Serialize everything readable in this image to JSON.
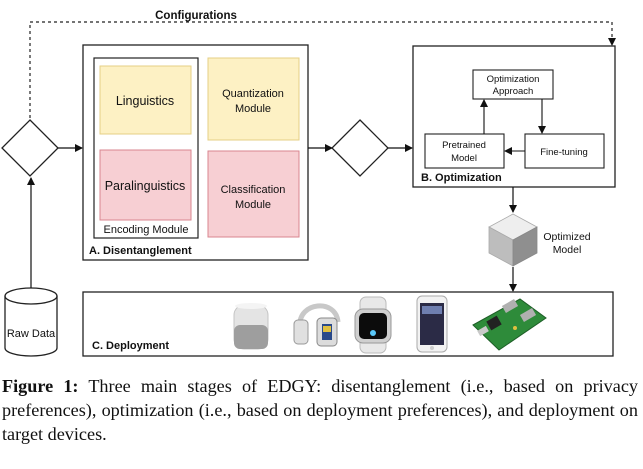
{
  "configurations_label": "Configurations",
  "raw_data_label": "Raw Data",
  "disentanglement": {
    "title": "A. Disentanglement",
    "linguistics": "Linguistics",
    "paralinguistics": "Paralinguistics",
    "encoding_module": "Encoding Module",
    "quantization_line1": "Quantization",
    "quantization_line2": "Module",
    "classification_line1": "Classification",
    "classification_line2": "Module"
  },
  "optimization": {
    "title": "B. Optimization",
    "approach_line1": "Optimization",
    "approach_line2": "Approach",
    "pretrained_line1": "Pretrained",
    "pretrained_line2": "Model",
    "finetuning": "Fine-tuning"
  },
  "optimized_model_line1": "Optimized",
  "optimized_model_line2": "Model",
  "deployment": {
    "title": "C. Deployment",
    "devices": [
      "smart-speaker-icon",
      "headphones-icon",
      "smartwatch-icon",
      "smartphone-icon",
      "single-board-computer-icon"
    ]
  },
  "caption": {
    "label": "Figure 1:",
    "text": "Three main stages of EDGY: disentanglement (i.e., based on privacy preferences), optimization (i.e., based on deployment preferences), and deployment on target devices."
  },
  "colors": {
    "yellow_fill": "#fdf1c4",
    "yellow_stroke": "#e5cf85",
    "pink_fill": "#f7cfd3",
    "pink_stroke": "#d9868f"
  }
}
